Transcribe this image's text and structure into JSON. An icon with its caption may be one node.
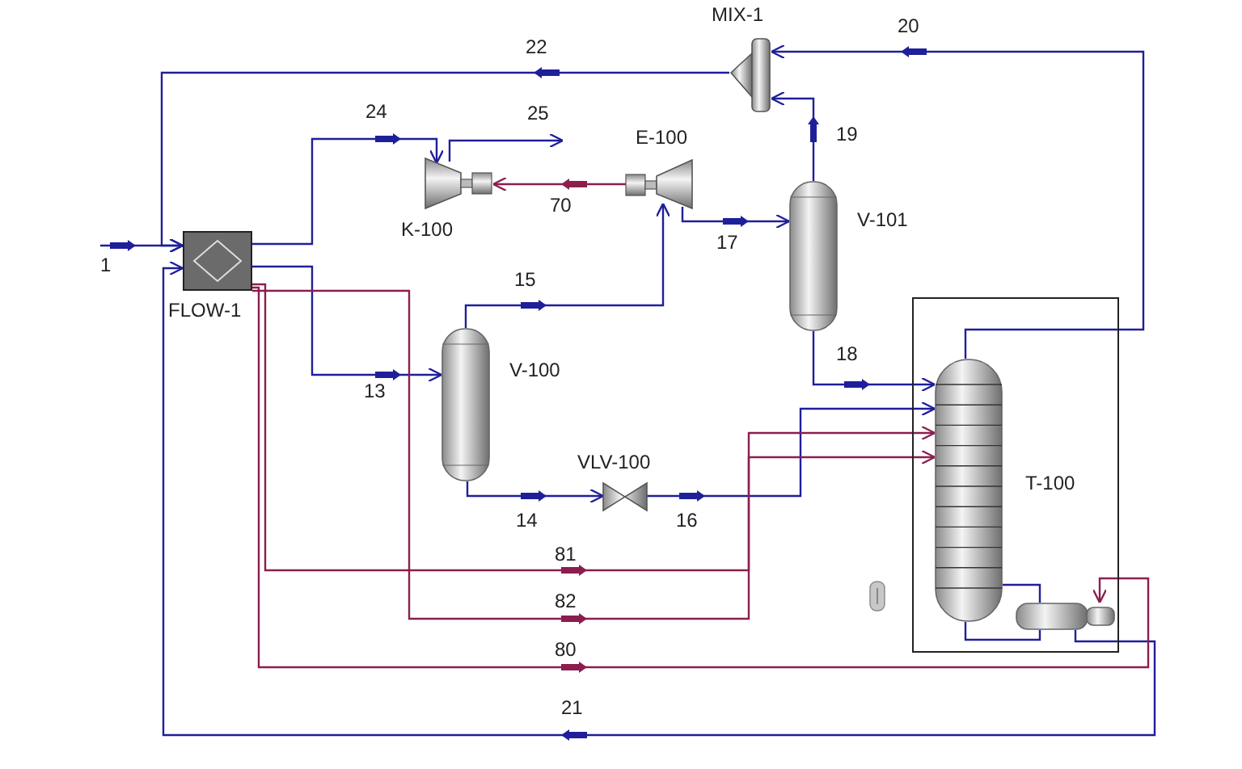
{
  "diagram": {
    "nodes": [
      {
        "text": [
          "FLOW-1"
        ]
      },
      {
        "text": [
          "K-100"
        ]
      },
      {
        "text": [
          "E-100"
        ]
      },
      {
        "text": [
          "MIX-1"
        ]
      },
      {
        "text": [
          "V-101"
        ]
      },
      {
        "text": [
          "V-100"
        ]
      },
      {
        "text": [
          "VLV-100"
        ]
      },
      {
        "text": [
          "T-100"
        ]
      },
      {
        "text": [],
        "shape": "cylinder",
        "in": 7
      },
      {
        "text": [],
        "shape": "cylinder",
        "in": 7
      }
    ],
    "edges": [
      {
        "from": null,
        "to": 0,
        "arrow": "to",
        "label": "1"
      },
      {
        "from": 3,
        "to": 0,
        "arrow": "to",
        "label": "22"
      },
      {
        "from": 9,
        "to": 0,
        "arrow": "to",
        "label": "21"
      },
      {
        "from": 0,
        "to": 1,
        "arrow": "to",
        "label": "24"
      },
      {
        "from": 1,
        "to": null,
        "arrow": "to",
        "label": "25"
      },
      {
        "from": 2,
        "to": 1,
        "arrow": "to",
        "label": "70",
        "color": "#8b1e4f"
      },
      {
        "from": 0,
        "to": 5,
        "arrow": "to",
        "label": "13"
      },
      {
        "from": 5,
        "to": 2,
        "arrow": "to",
        "label": "15"
      },
      {
        "from": 2,
        "to": 4,
        "arrow": "to",
        "label": "17"
      },
      {
        "from": 4,
        "to": 3,
        "arrow": "to",
        "label": "19"
      },
      {
        "from": 8,
        "to": 3,
        "arrow": "to",
        "label": "20"
      },
      {
        "from": 4,
        "to": 8,
        "arrow": "to",
        "label": "18"
      },
      {
        "from": 5,
        "to": 6,
        "arrow": "to",
        "label": "14"
      },
      {
        "from": 6,
        "to": 8,
        "arrow": "to",
        "label": "16"
      },
      {
        "from": 0,
        "to": 8,
        "arrow": "to",
        "label": "81",
        "color": "#8b1e4f"
      },
      {
        "from": 0,
        "to": 8,
        "arrow": "to",
        "label": "82",
        "color": "#8b1e4f"
      },
      {
        "from": 0,
        "to": 9,
        "arrow": "to",
        "label": "80",
        "color": "#8b1e4f"
      },
      {
        "from": 8,
        "to": 9,
        "arrow": "none"
      },
      {
        "from": 9,
        "to": 8,
        "arrow": "none"
      }
    ]
  }
}
